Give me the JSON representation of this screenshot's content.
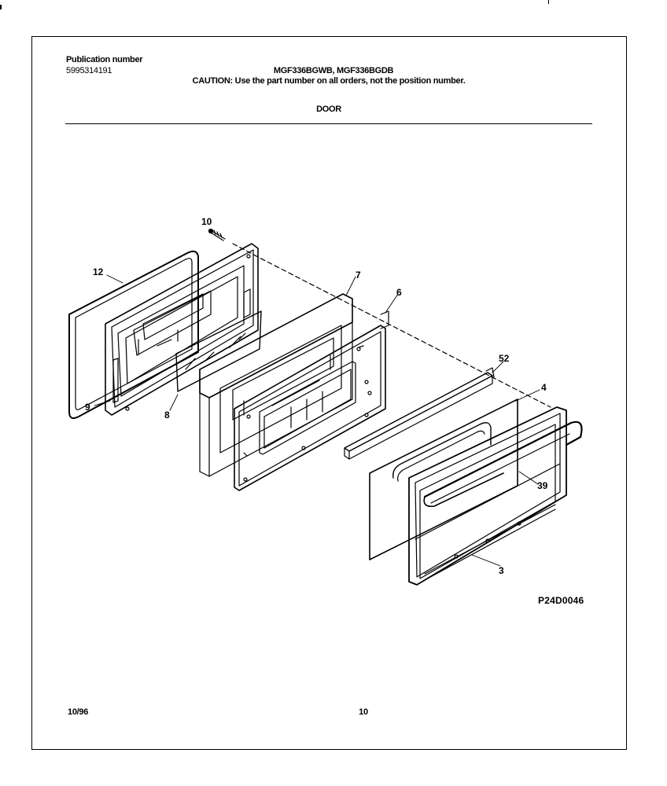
{
  "header": {
    "publication_label": "Publication number",
    "publication_number": "5995314191",
    "model_numbers": "MGF336BGWB, MGF336BGDB",
    "caution": "CAUTION:  Use the part number on all orders, not the position number.",
    "section_title": "DOOR"
  },
  "diagram": {
    "callouts": [
      "10",
      "12",
      "7",
      "6",
      "9",
      "8",
      "52",
      "4",
      "39",
      "3"
    ],
    "figure_code": "P24D0046"
  },
  "footer": {
    "date": "10/96",
    "page_number": "10"
  }
}
